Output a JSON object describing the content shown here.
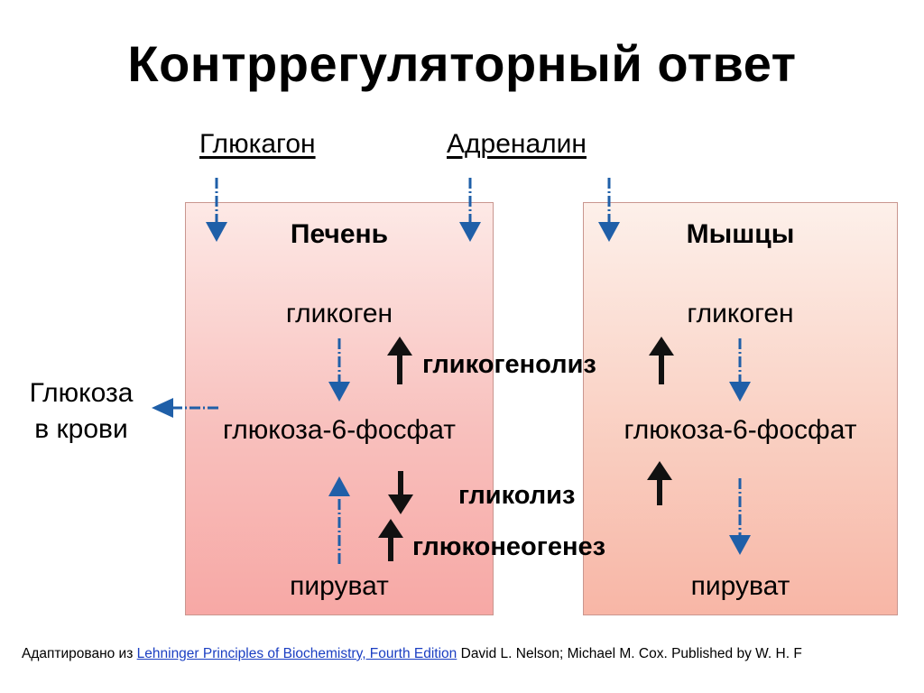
{
  "title": "Контррегуляторный ответ",
  "hormones": {
    "glucagon": "Глюкагон",
    "adrenaline": "Адреналин"
  },
  "liver": {
    "title": "Печень",
    "glycogen": "гликоген",
    "g6p": "глюкоза-6-фосфат",
    "pyruvate": "пируват"
  },
  "muscle": {
    "title": "Мышцы",
    "glycogen": "гликоген",
    "g6p": "глюкоза-6-фосфат",
    "pyruvate": "пируват"
  },
  "processes": {
    "glycogenolysis": "гликогенолиз",
    "glycolysis": "гликолиз",
    "gluconeogenesis": "глюконеогенез"
  },
  "blood_glucose": {
    "line1": "Глюкоза",
    "line2": "в крови"
  },
  "footer": {
    "prefix": "Адаптировано из ",
    "link": "Lehninger Principles of Biochemistry, Fourth Edition",
    "suffix": " David L. Nelson; Michael M. Cox. Published by W. H. F"
  },
  "colors": {
    "blue_arrow": "#1f5fa8",
    "black_arrow": "#111111"
  }
}
